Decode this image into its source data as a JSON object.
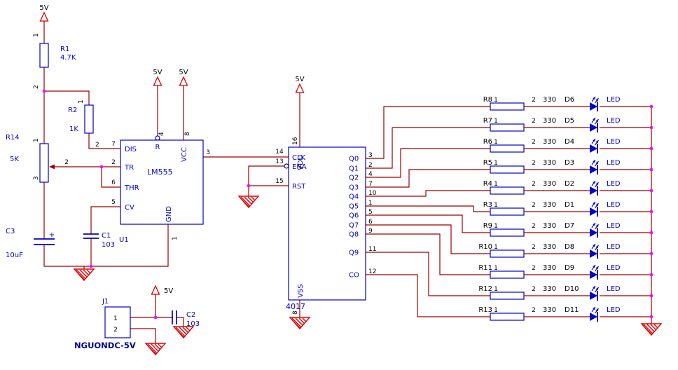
{
  "schematic": {
    "power_label": "5V",
    "colors": {
      "wire": "#9a0000",
      "component_outline": "#0000c8",
      "label_text": "#0000c8",
      "pin_text": "#000000",
      "power_symbol": "#dd0000",
      "ground_symbol": "#dd0000",
      "junction_dot": "#ff00ff",
      "background": "#ffffff"
    },
    "r1": {
      "ref": "R1",
      "value": "4.7K",
      "pin1": "1",
      "pin2": "2"
    },
    "r2": {
      "ref": "R2",
      "value": "1K",
      "pin1": "1",
      "pin2": "2"
    },
    "r14": {
      "ref": "R14",
      "value": "5K",
      "pin1": "1",
      "pin2": "2",
      "pin3": "3"
    },
    "c1": {
      "ref": "C1",
      "value": "103"
    },
    "c2": {
      "ref": "C2",
      "value": "103"
    },
    "c3": {
      "ref": "C3",
      "value": "10uF",
      "polarity": "+"
    },
    "u1": {
      "ref": "U1",
      "part": "LM555",
      "pins": {
        "dis": {
          "num": "7",
          "name": "DIS"
        },
        "tr": {
          "num": "2",
          "name": "TR"
        },
        "thr": {
          "num": "6",
          "name": "THR"
        },
        "cv": {
          "num": "5",
          "name": "CV"
        },
        "reset": {
          "num": "4",
          "name": "R"
        },
        "vcc": {
          "num": "8",
          "name": "VCC"
        },
        "out": {
          "num": "3"
        },
        "gnd": {
          "num": "1",
          "name": "GND"
        }
      }
    },
    "u2": {
      "part": "4017",
      "pins": {
        "clk": {
          "num": "14",
          "name": "CLK"
        },
        "ena": {
          "num": "13",
          "name": "ENA"
        },
        "rst": {
          "num": "15",
          "name": "RST"
        },
        "vdd": {
          "num": "16",
          "name": "VDD"
        },
        "vss": {
          "num": "8",
          "name": "VSS"
        }
      },
      "outputs": [
        {
          "name": "Q0",
          "num": "3"
        },
        {
          "name": "Q1",
          "num": "2"
        },
        {
          "name": "Q2",
          "num": "4"
        },
        {
          "name": "Q3",
          "num": "7"
        },
        {
          "name": "Q4",
          "num": "10"
        },
        {
          "name": "Q5",
          "num": "1"
        },
        {
          "name": "Q6",
          "num": "5"
        },
        {
          "name": "Q7",
          "num": "6"
        },
        {
          "name": "Q8",
          "num": "9"
        },
        {
          "name": "Q9",
          "num": "11"
        },
        {
          "name": "CO",
          "num": "12"
        }
      ]
    },
    "j1": {
      "ref": "J1",
      "pin1": "1",
      "pin2": "2",
      "caption": "NGUONDC-5V"
    },
    "led_rows": [
      {
        "ref": "R8",
        "pin1": "1",
        "pin2": "2",
        "value": "330",
        "diode": "D6",
        "label": "LED"
      },
      {
        "ref": "R7",
        "pin1": "1",
        "pin2": "2",
        "value": "330",
        "diode": "D5",
        "label": "LED"
      },
      {
        "ref": "R6",
        "pin1": "1",
        "pin2": "2",
        "value": "330",
        "diode": "D4",
        "label": "LED"
      },
      {
        "ref": "R5",
        "pin1": "1",
        "pin2": "2",
        "value": "330",
        "diode": "D3",
        "label": "LED"
      },
      {
        "ref": "R4",
        "pin1": "1",
        "pin2": "2",
        "value": "330",
        "diode": "D2",
        "label": "LED"
      },
      {
        "ref": "R3",
        "pin1": "1",
        "pin2": "2",
        "value": "330",
        "diode": "D1",
        "label": "LED"
      },
      {
        "ref": "R9",
        "pin1": "1",
        "pin2": "2",
        "value": "330",
        "diode": "D7",
        "label": "LED"
      },
      {
        "ref": "R10",
        "pin1": "1",
        "pin2": "2",
        "value": "330",
        "diode": "D8",
        "label": "LED"
      },
      {
        "ref": "R11",
        "pin1": "1",
        "pin2": "2",
        "value": "330",
        "diode": "D9",
        "label": "LED"
      },
      {
        "ref": "R12",
        "pin1": "1",
        "pin2": "2",
        "value": "330",
        "diode": "D10",
        "label": "LED"
      },
      {
        "ref": "R13",
        "pin1": "1",
        "pin2": "2",
        "value": "330",
        "diode": "D11",
        "label": "LED"
      }
    ]
  }
}
